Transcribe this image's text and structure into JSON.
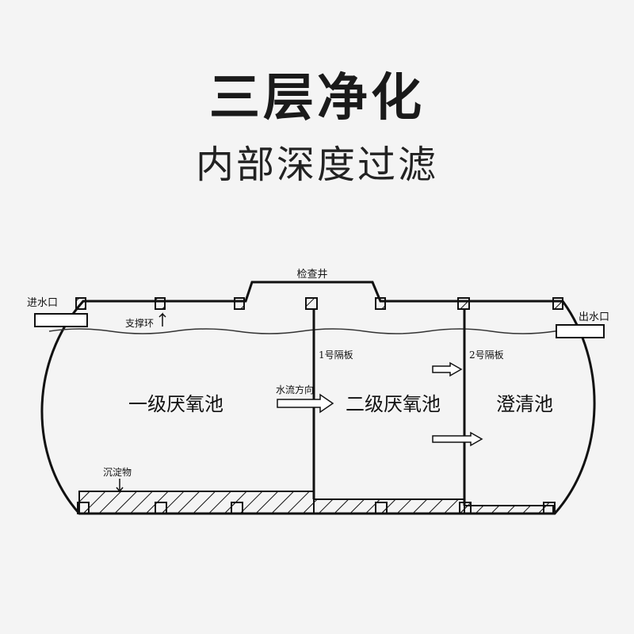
{
  "title": "三层净化",
  "subtitle": "内部深度过滤",
  "diagram": {
    "inspection_well": "检查井",
    "inlet": "进水口",
    "outlet": "出水口",
    "support_ring": "支撑环",
    "partition_1": "1号隔板",
    "partition_2": "2号隔板",
    "flow_direction": "水流方向",
    "chamber_1": "一级厌氧池",
    "chamber_2": "二级厌氧池",
    "chamber_3": "澄清池",
    "sediment": "沉淀物"
  },
  "colors": {
    "line": "#111111",
    "arrow_fill": "#ffffff",
    "background": "#f4f4f4"
  }
}
